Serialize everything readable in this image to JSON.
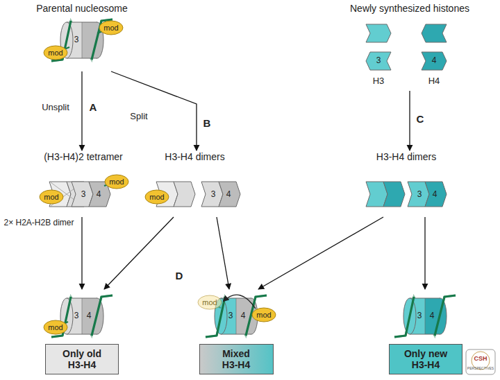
{
  "diagram": {
    "nodes": [
      {
        "text": [
          "Parental nucleosome"
        ]
      },
      {
        "text": [
          "Newly synthesized histones"
        ]
      },
      {
        "text": [
          "(H3-H4)2 tetramer"
        ]
      },
      {
        "text": [
          "H3-H4 dimers"
        ]
      },
      {
        "text": [
          "H3-H4 dimers"
        ]
      },
      {
        "text": [
          "Only old H3-H4"
        ]
      },
      {
        "text": [
          "Mixed H3-H4"
        ]
      },
      {
        "text": [
          "Only new H3-H4"
        ]
      }
    ],
    "edges": [
      {
        "from": 0,
        "to": 2,
        "arrow": "to",
        "label": "Unsplit"
      },
      {
        "from": 0,
        "to": 3,
        "arrow": "to",
        "label": "Split"
      },
      {
        "from": 1,
        "to": 4,
        "arrow": "to"
      },
      {
        "from": 2,
        "to": 5,
        "arrow": "to"
      },
      {
        "from": 3,
        "to": 5,
        "arrow": "to"
      },
      {
        "from": 3,
        "to": 6,
        "arrow": "to"
      },
      {
        "from": 4,
        "to": 6,
        "arrow": "to"
      },
      {
        "from": 4,
        "to": 7,
        "arrow": "to"
      }
    ],
    "labels": [
      "A",
      "B",
      "C",
      "D",
      "2× H2A-H2B dimer",
      "mod",
      "mod",
      "3",
      "3",
      "4",
      "H3",
      "H4",
      "mod",
      "mod",
      "3",
      "4",
      "mod",
      "3",
      "4",
      "3",
      "4",
      "mod",
      "3",
      "4",
      "mod",
      "mod",
      "3",
      "4",
      "3",
      "4",
      "CSH",
      "PERSPECTIVES"
    ]
  }
}
